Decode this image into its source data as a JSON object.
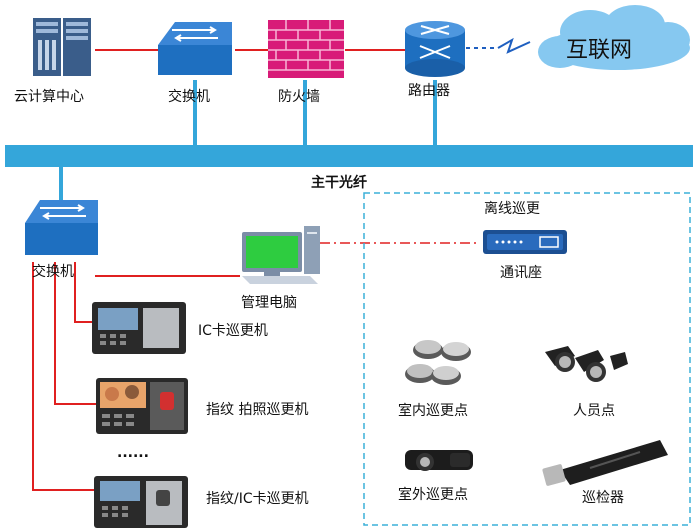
{
  "top_nodes": {
    "cloud_center": "云计算中心",
    "switch_top": "交换机",
    "firewall": "防火墙",
    "router": "路由器",
    "internet": "互联网"
  },
  "backbone_label": "主干光纤",
  "switch_left": "交换机",
  "management_pc": "管理电脑",
  "offline_box": {
    "title": "离线巡更",
    "comm_base": "通讯座",
    "indoor_point": "室内巡更点",
    "staff_point": "人员点",
    "outdoor_point": "室外巡更点",
    "checker": "巡检器"
  },
  "devices": {
    "ic_card": "IC卡巡更机",
    "fingerprint_photo": "指纹 拍照巡更机",
    "ellipsis": "......",
    "fingerprint_ic": "指纹/IC卡巡更机"
  },
  "colors": {
    "link_red": "#e02020",
    "backbone_blue": "#2ea3d8",
    "switch_blue": "#1e6fc0",
    "firewall_pink": "#d81b78",
    "cloud_blue": "#7ec3ee",
    "dashed_box": "#3bb0d8",
    "screen_green": "#2ecc40"
  }
}
